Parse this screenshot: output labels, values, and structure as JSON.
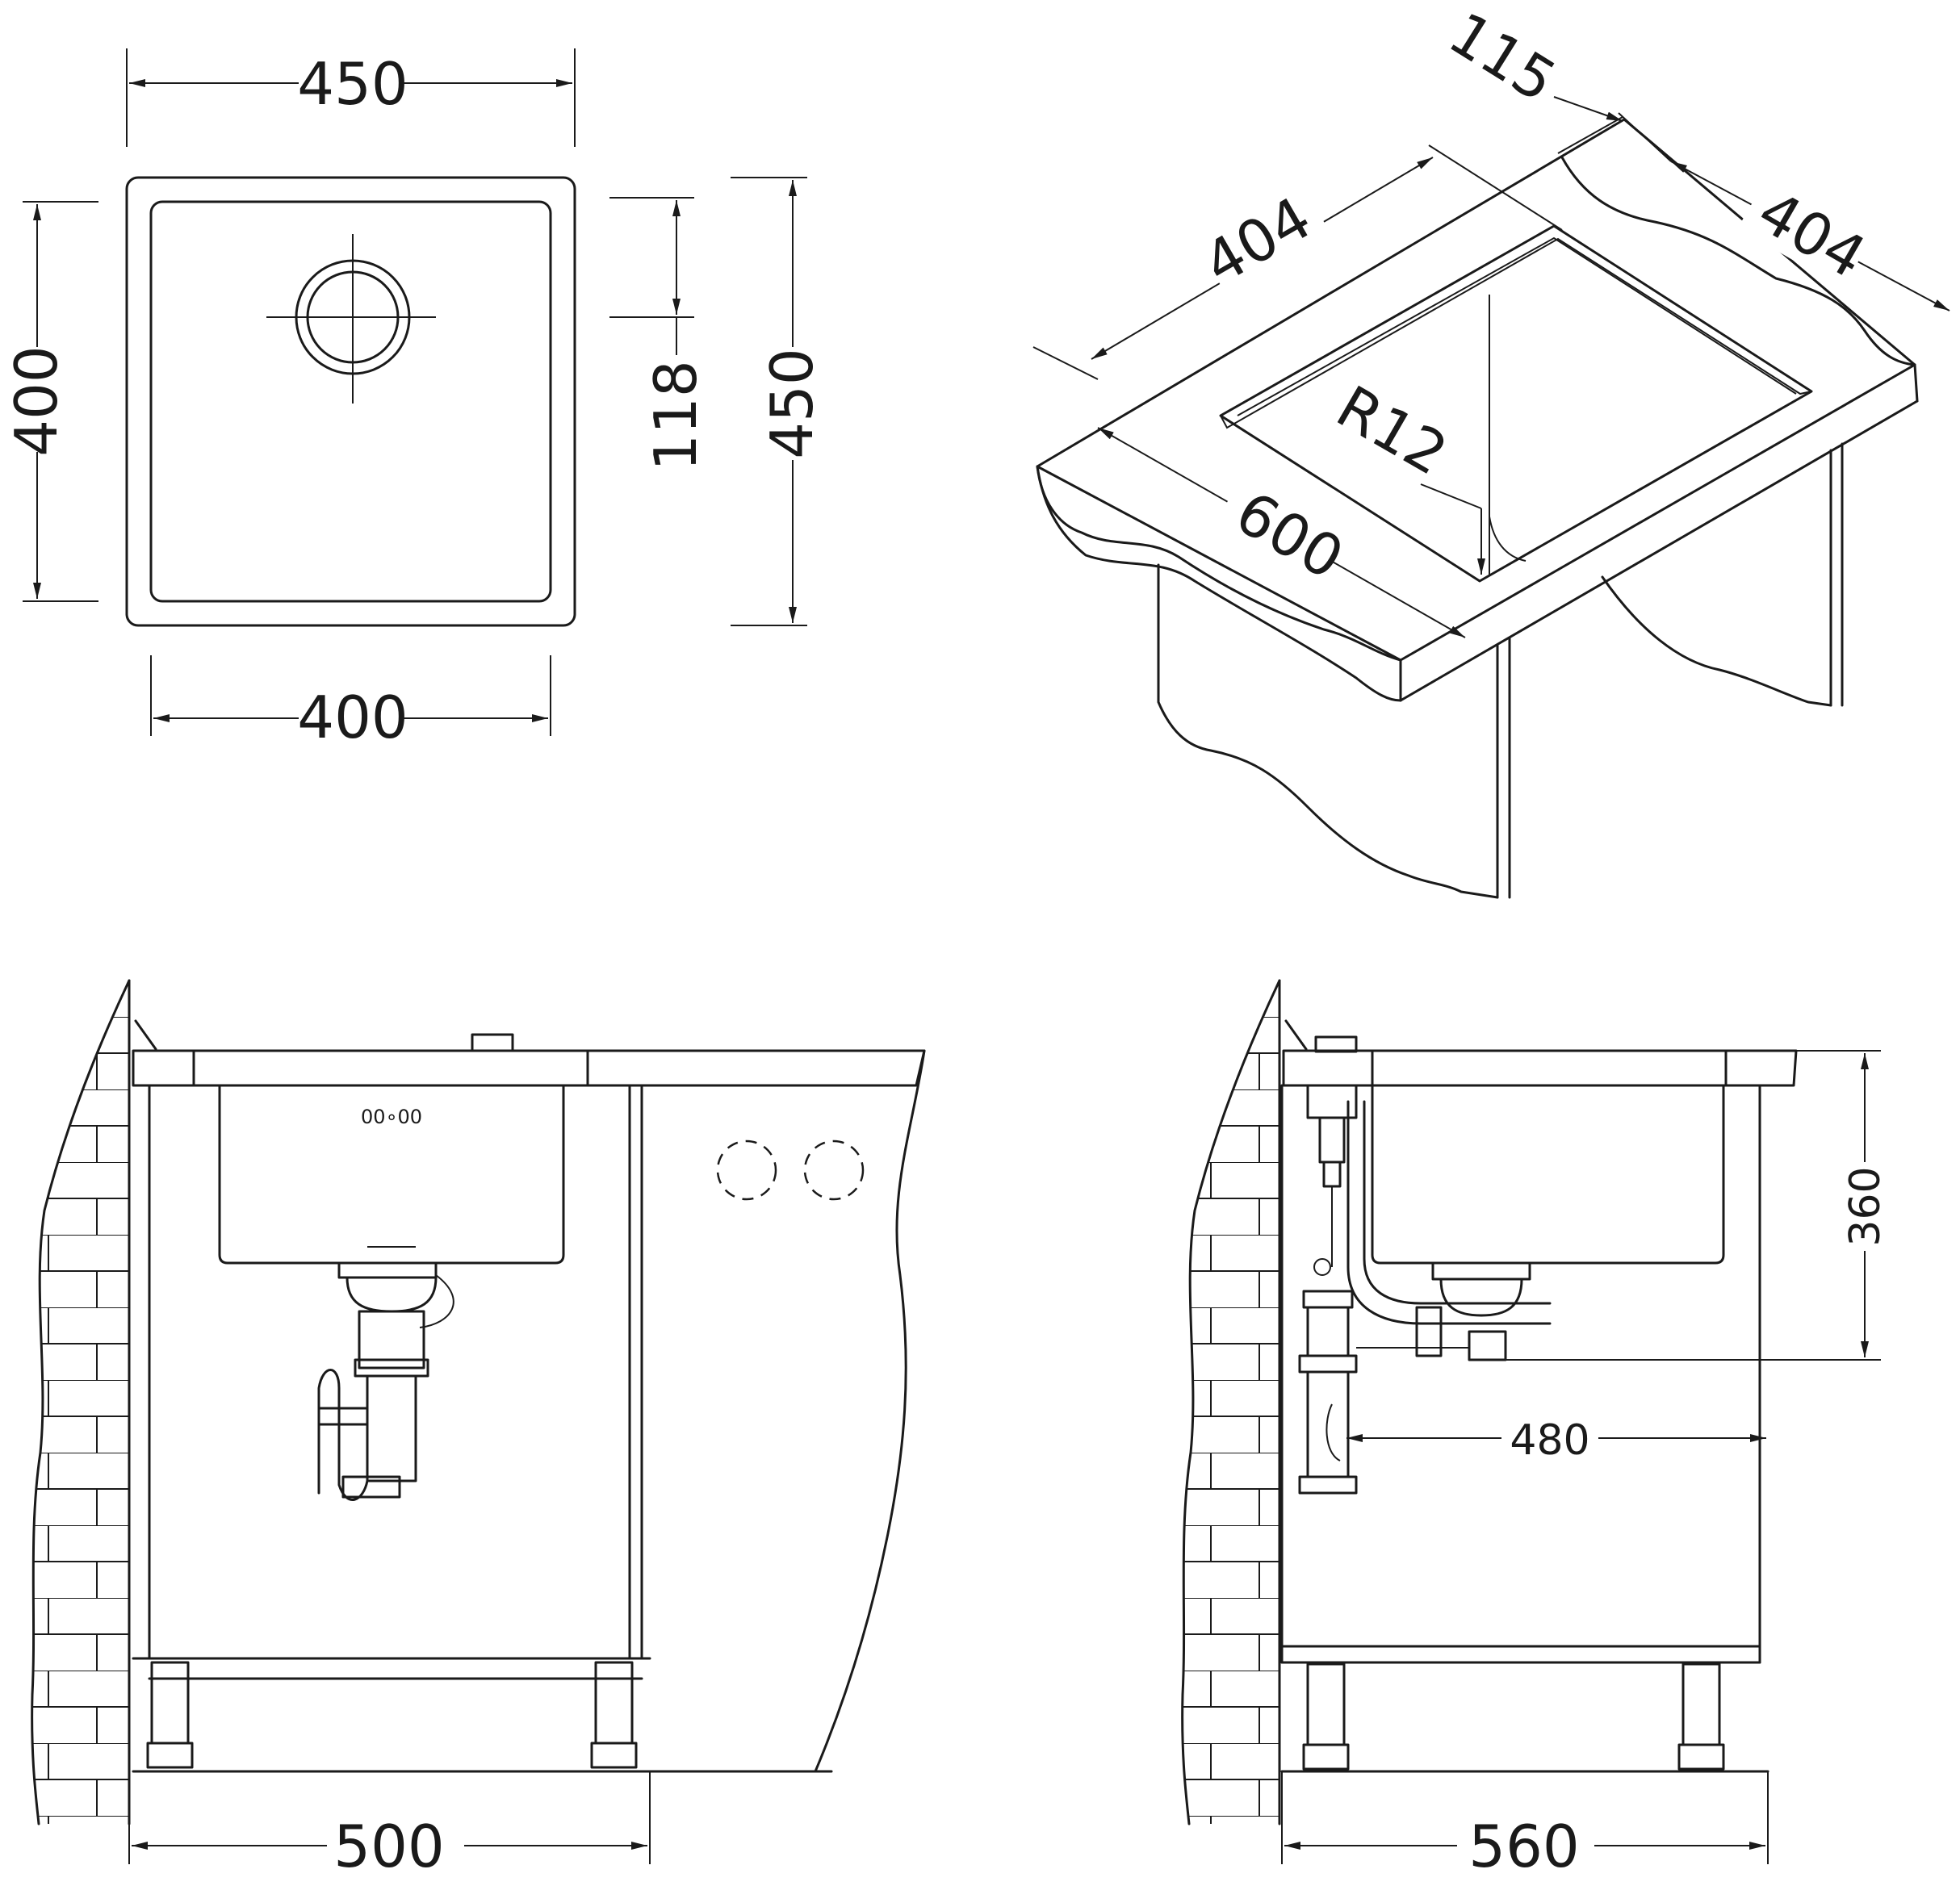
{
  "top_view": {
    "width_outer": "450",
    "height_outer_left": "400",
    "drain_offset": "118",
    "height_outer_right": "450",
    "width_inner": "400"
  },
  "iso_view": {
    "depth_rear": "115",
    "length_left": "404",
    "length_right": "404",
    "corner_radius": "R12",
    "worktop_depth": "600"
  },
  "front_view": {
    "cabinet_width": "500",
    "small_label": "00∘00"
  },
  "side_view": {
    "installed_depth": "360",
    "drain_distance": "480",
    "cabinet_depth": "560"
  }
}
